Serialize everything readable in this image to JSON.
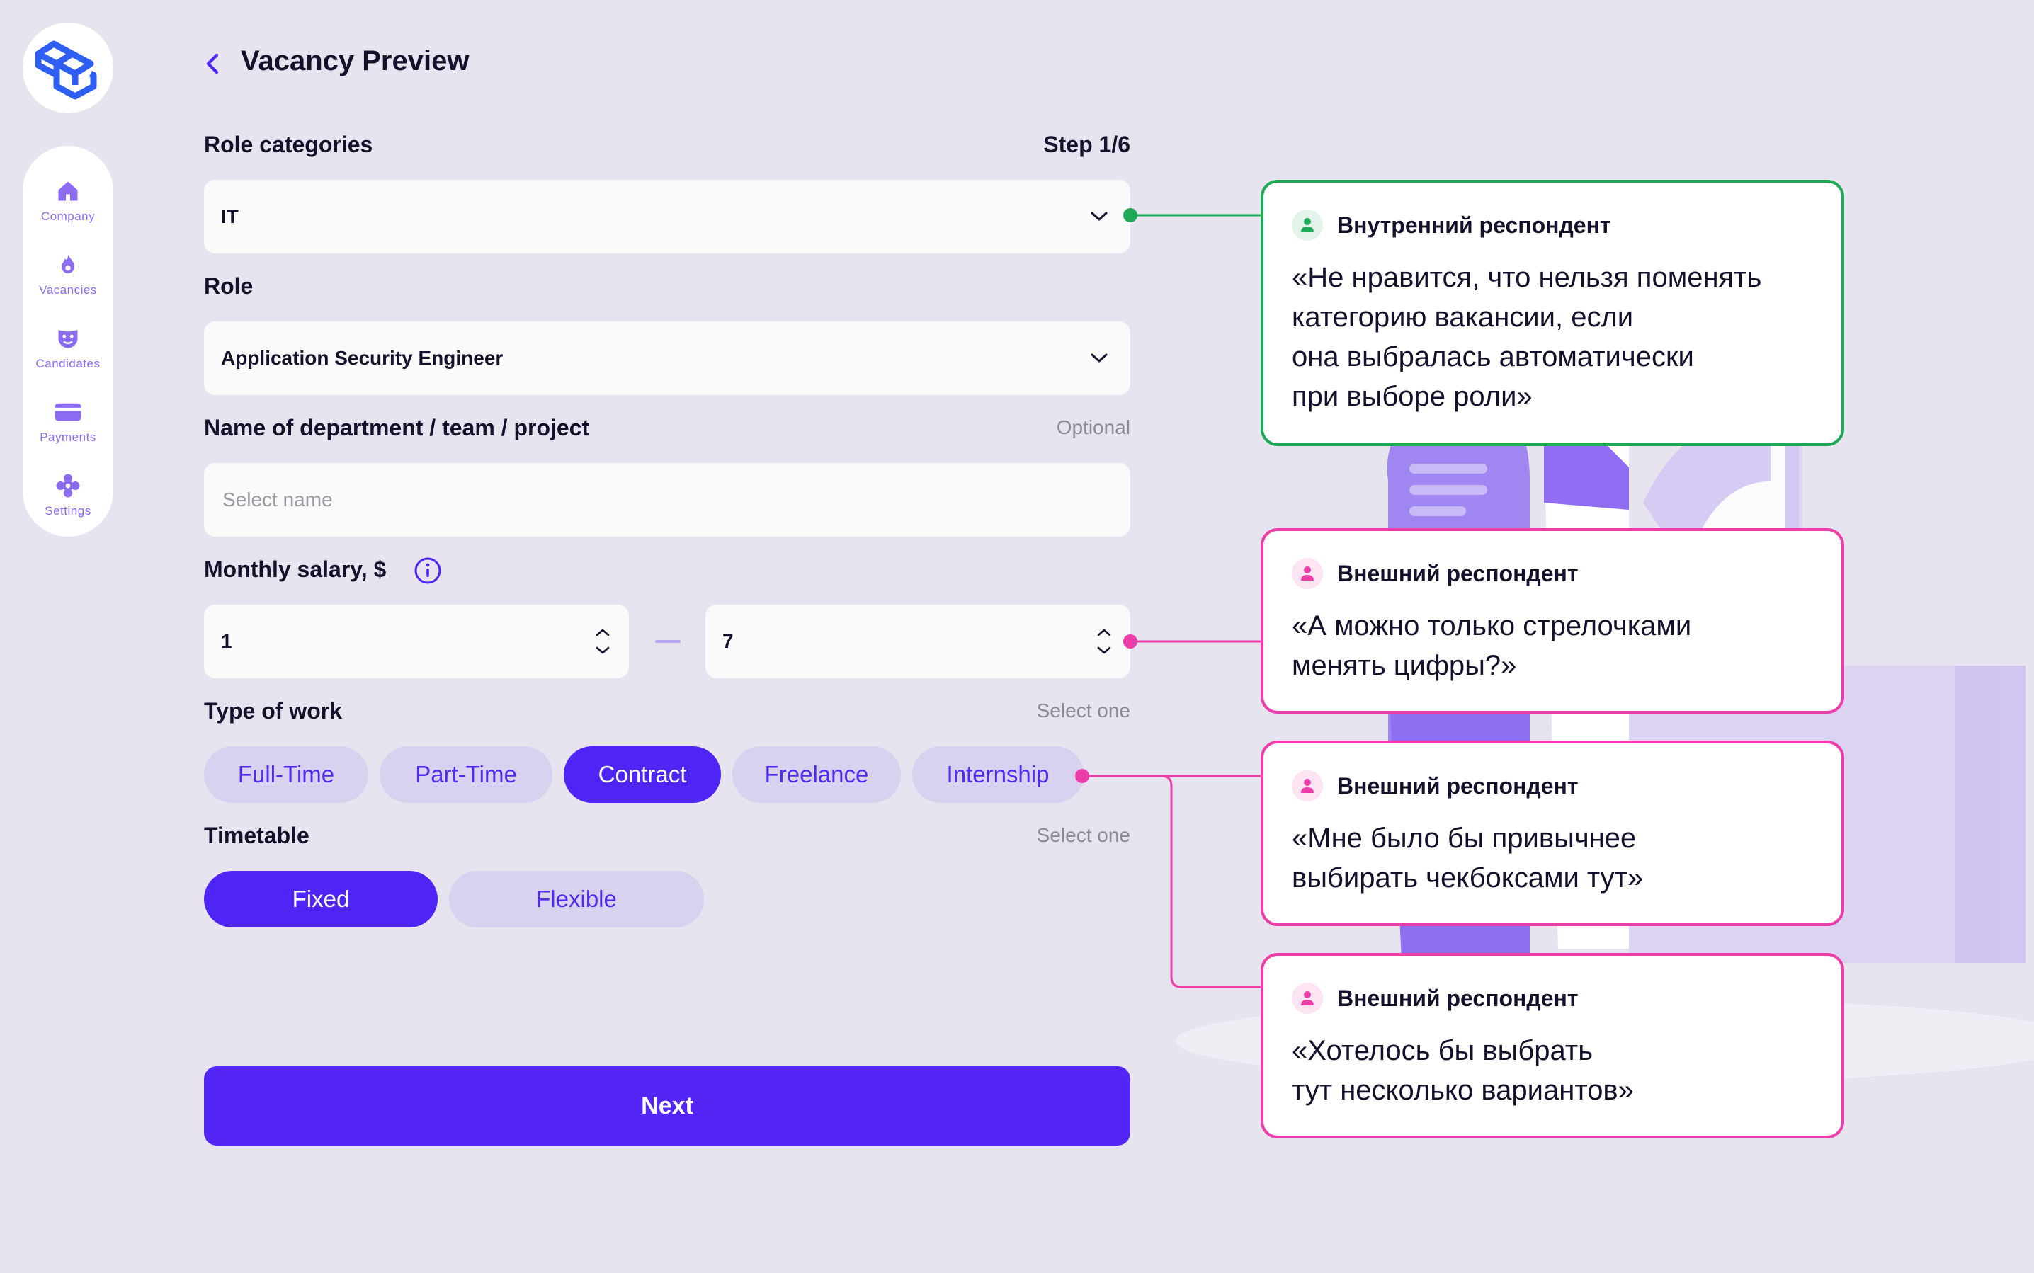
{
  "header": {
    "title": "Vacancy Preview",
    "step": "Step 1/6"
  },
  "sidebar": {
    "items": [
      {
        "label": "Company",
        "icon": "home-icon"
      },
      {
        "label": "Vacancies",
        "icon": "flame-icon"
      },
      {
        "label": "Candidates",
        "icon": "mask-icon"
      },
      {
        "label": "Payments",
        "icon": "card-icon"
      },
      {
        "label": "Settings",
        "icon": "gear-icon"
      }
    ]
  },
  "form": {
    "role_categories": {
      "label": "Role categories",
      "value": "IT"
    },
    "role": {
      "label": "Role",
      "value": "Application Security Engineer"
    },
    "department": {
      "label": "Name of department / team / project",
      "hint": "Optional",
      "placeholder": "Select name",
      "value": ""
    },
    "salary": {
      "label": "Monthly salary, $",
      "min": "1",
      "max": "7"
    },
    "type_of_work": {
      "label": "Type of work",
      "hint": "Select one",
      "options": [
        "Full-Time",
        "Part-Time",
        "Contract",
        "Freelance",
        "Internship"
      ],
      "selected": "Contract"
    },
    "timetable": {
      "label": "Timetable",
      "hint": "Select one",
      "options": [
        "Fixed",
        "Flexible"
      ],
      "selected": "Fixed"
    },
    "next_label": "Next"
  },
  "callouts": [
    {
      "who": "Внутренний респондент",
      "quote": "«Не нравится, что нельзя поменять\nкатегорию вакансии, если\nона выбралась автоматически\nпри выборе роли»",
      "color": "#1ea957"
    },
    {
      "who": "Внешний респондент",
      "quote": "«А можно только стрелочками\nменять цифры?»",
      "color": "#ec3ea9"
    },
    {
      "who": "Внешний респондент",
      "quote": "«Мне было бы привычнее\nвыбирать чекбоксами тут»",
      "color": "#ec3ea9"
    },
    {
      "who": "Внешний респондент",
      "quote": "«Хотелось бы выбрать\nтут несколько вариантов»",
      "color": "#ec3ea9"
    }
  ],
  "colors": {
    "accent": "#5326f6",
    "background": "#e7e3ef",
    "chip": "#d8d1ef",
    "sidebar_label": "#8b6cf0"
  }
}
